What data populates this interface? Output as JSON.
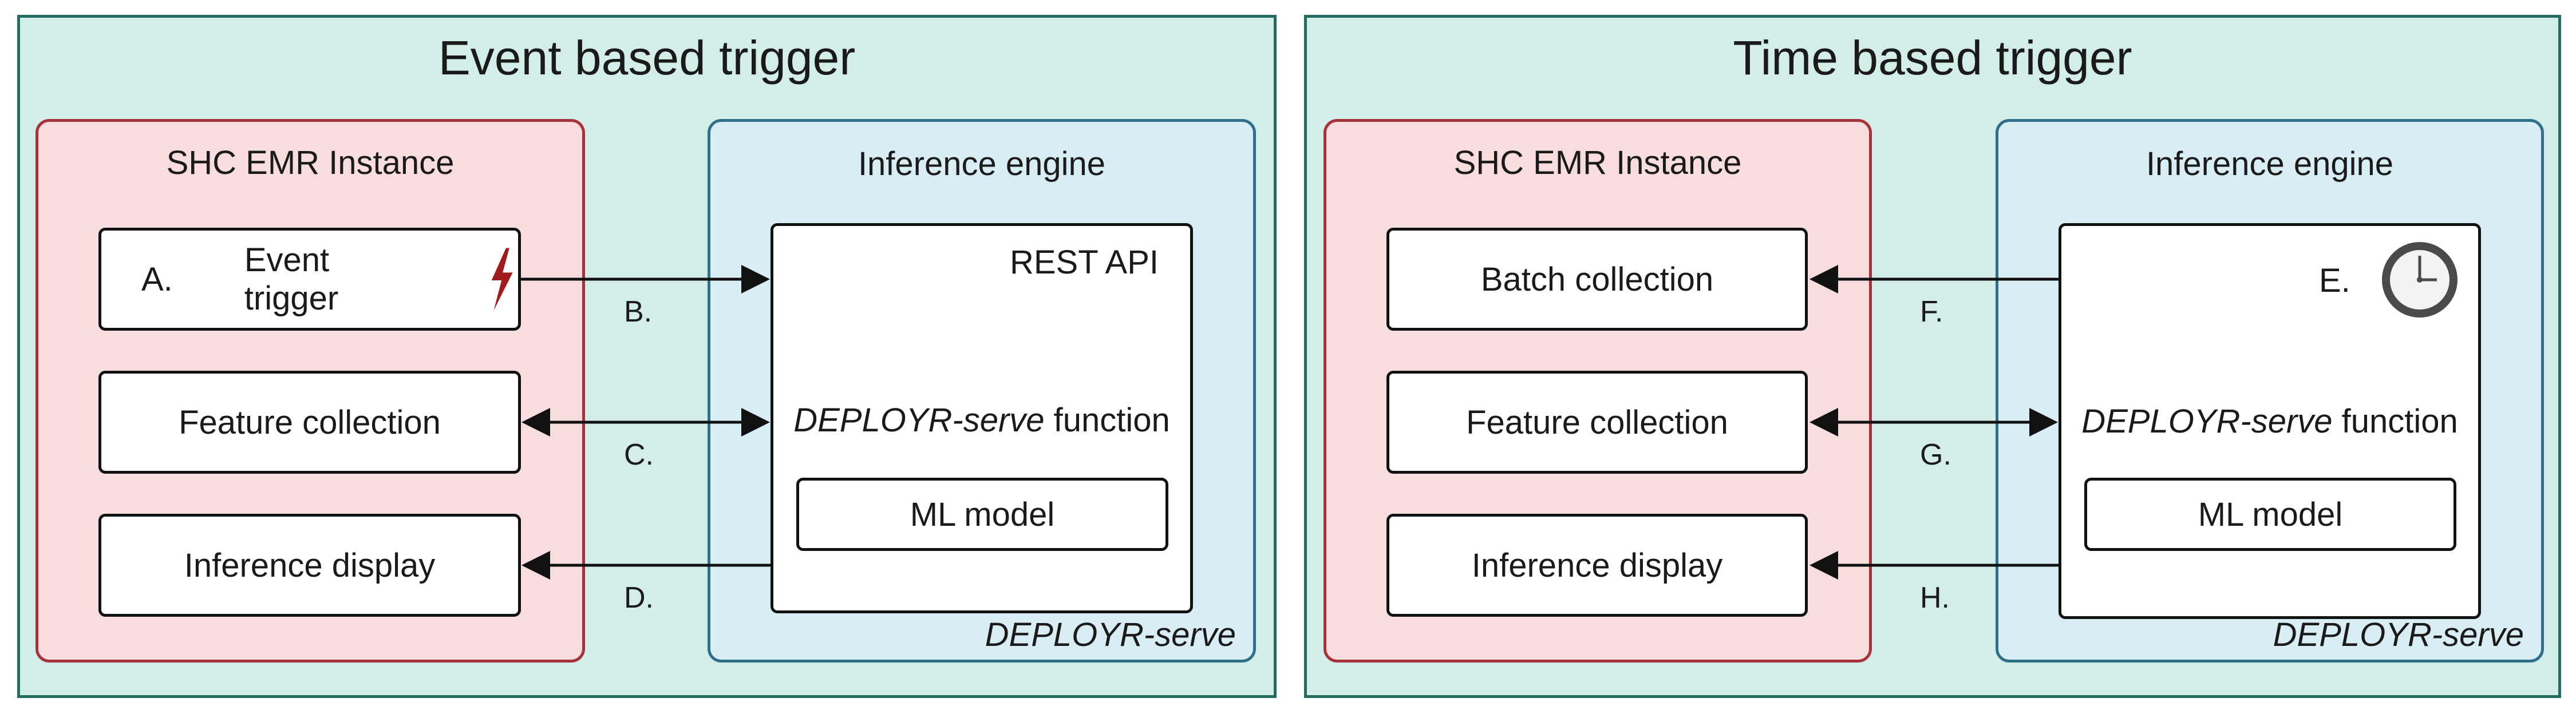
{
  "left": {
    "title": "Event based trigger",
    "emr_title": "SHC EMR Instance",
    "engine_title": "Inference engine",
    "trigger_prefix": "A.",
    "trigger_label": "Event trigger",
    "feature_label": "Feature collection",
    "display_label": "Inference display",
    "rest_api": "REST API",
    "serve_italic": "DEPLOYR-serve",
    "serve_suffix": " function",
    "ml_model": "ML model",
    "footer": "DEPLOYR-serve",
    "arrow_labels": [
      "B.",
      "C.",
      "D."
    ]
  },
  "right": {
    "title": "Time based trigger",
    "emr_title": "SHC EMR Instance",
    "engine_title": "Inference engine",
    "batch_label": "Batch collection",
    "feature_label": "Feature collection",
    "display_label": "Inference display",
    "clock_label": "E.",
    "serve_italic": "DEPLOYR-serve",
    "serve_suffix": " function",
    "ml_model": "ML model",
    "footer": "DEPLOYR-serve",
    "arrow_labels": [
      "F.",
      "G.",
      "H."
    ]
  },
  "colors": {
    "panel_fill": "#d3ede8",
    "panel_border": "#236a5f",
    "emr_fill": "#f7dddd",
    "emr_border": "#a8323a",
    "engine_fill": "#d8eef4",
    "engine_border": "#2f6f8a",
    "lightning": "#a01c1c"
  },
  "icons": [
    "lightning-icon",
    "clock-icon"
  ]
}
